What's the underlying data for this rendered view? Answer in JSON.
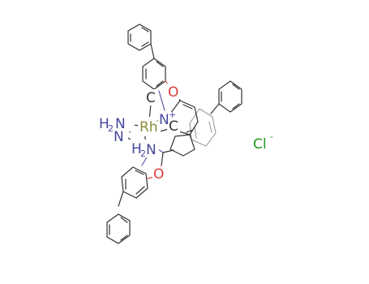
{
  "molecule": {
    "atoms": {
      "rh": "Rh",
      "rh_charge": "-",
      "c_top": "C",
      "c_mid": "C",
      "n_cat": "N",
      "n_cat_charge": "+",
      "o_top": "O",
      "o_bottom": "O",
      "nh2_left": "H",
      "nh2_left_sub": "2",
      "nh2_left_n": "N",
      "n_left2": "N",
      "nh2_low_h": "H",
      "nh2_low_sub": "2",
      "nh2_low_n": "N"
    },
    "counterion": {
      "symbol": "Cl",
      "charge": "-"
    }
  },
  "colors": {
    "rh": "#8a8a3a",
    "carbon": "#333333",
    "nitrogen": "#4848a0",
    "oxygen": "#e03c3c",
    "chlorine": "#1f9a1f"
  }
}
